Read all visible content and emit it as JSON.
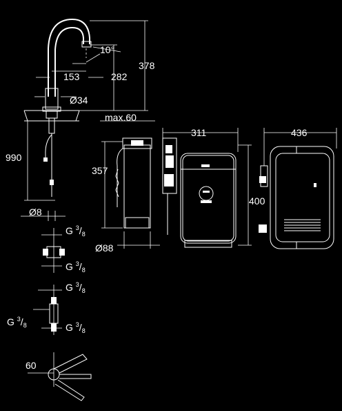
{
  "dimensions": {
    "spout_angle": "10°",
    "spout_reach": "153",
    "spout_height": "282",
    "total_height": "378",
    "hole_diameter": "Ø34",
    "deck_thickness": "max.60",
    "hose_length": "990",
    "hose_diameter": "Ø8",
    "filter_height": "357",
    "filter_diameter": "Ø88",
    "unit_width": "311",
    "unit_height": "400",
    "unit_depth": "436",
    "valve_offset": "60"
  },
  "thread_callouts": [
    {
      "prefix": "G ",
      "numerator": "3",
      "denominator": "8"
    },
    {
      "prefix": "G ",
      "numerator": "3",
      "denominator": "8"
    },
    {
      "prefix": "G ",
      "numerator": "3",
      "denominator": "8"
    },
    {
      "prefix": "G ",
      "numerator": "3",
      "denominator": "8"
    },
    {
      "prefix": "G ",
      "numerator": "3",
      "denominator": "8"
    }
  ]
}
